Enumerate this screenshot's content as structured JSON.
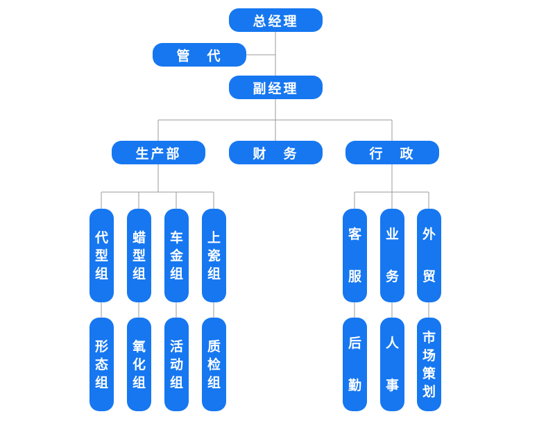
{
  "top": {
    "general_manager": "总经理",
    "supervisor": "管　代",
    "deputy_manager": "副经理"
  },
  "departments": {
    "production": "生产部",
    "finance": "财　务",
    "admin": "行　政"
  },
  "production_groups_row1": [
    "代型组",
    "蜡型组",
    "车金组",
    "上瓷组"
  ],
  "production_groups_row2": [
    "形态组",
    "氧化组",
    "活动组",
    "质检组"
  ],
  "admin_groups_row1": [
    "客服",
    "业务",
    "外贸"
  ],
  "admin_groups_row2": [
    "后勤",
    "人事",
    "市场策划"
  ],
  "colors": {
    "box_fill": "#1677f0",
    "text": "#ffffff",
    "connector": "#9a9a9a"
  }
}
